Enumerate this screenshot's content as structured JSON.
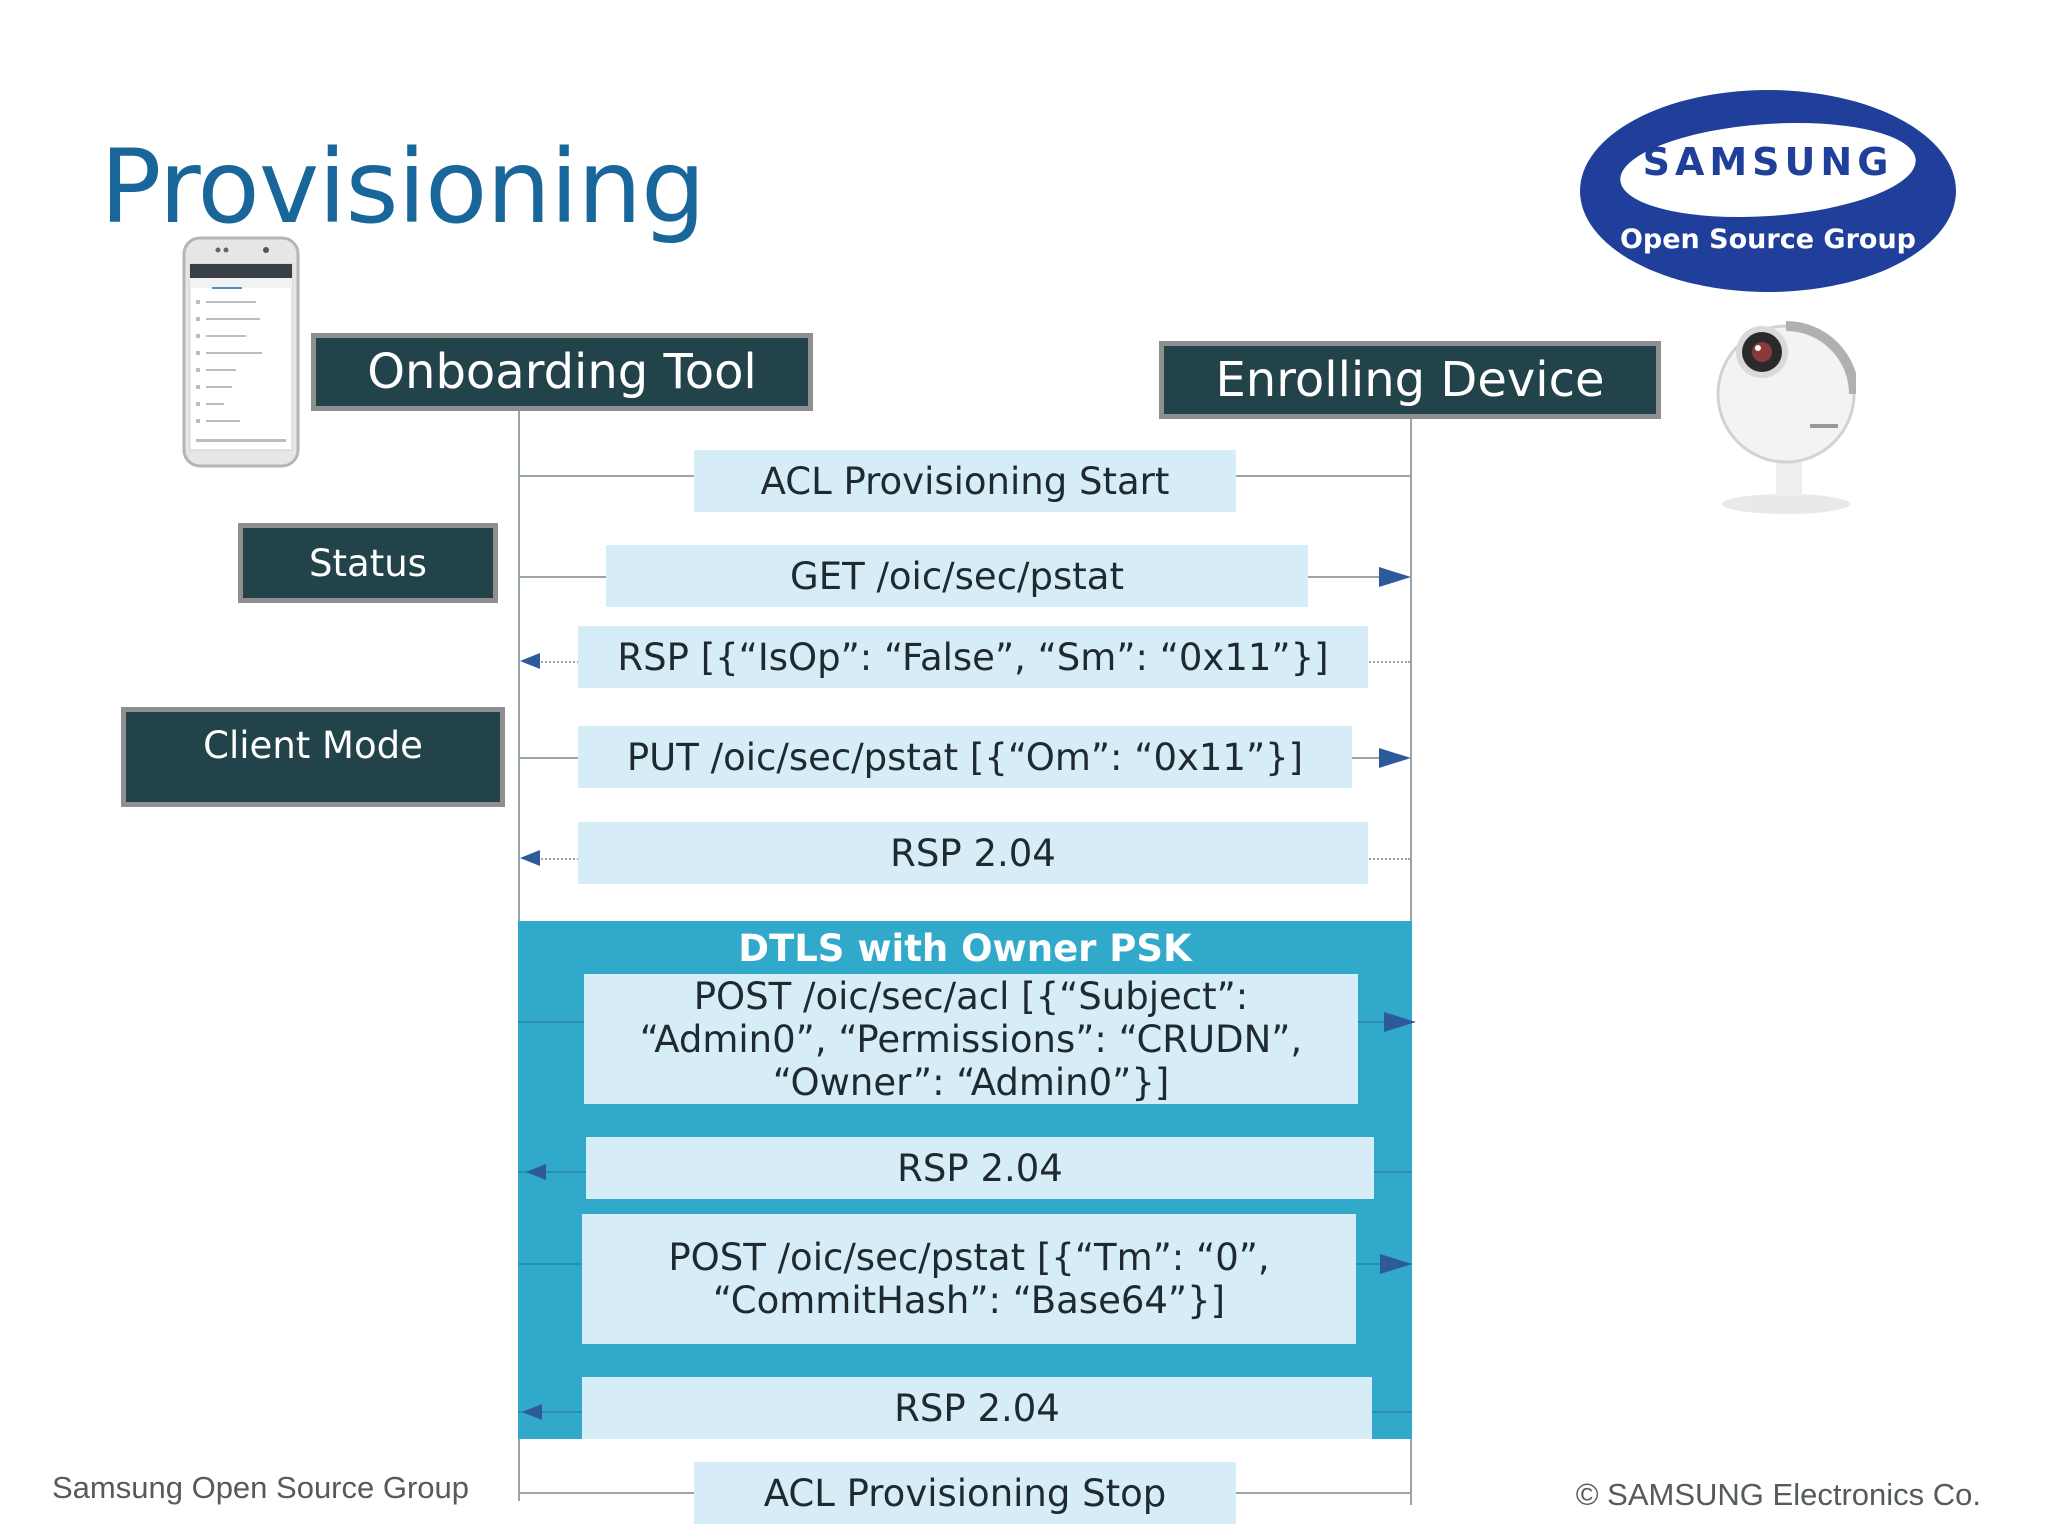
{
  "slide": {
    "title": "Provisioning",
    "footer_left": "Samsung Open Source Group",
    "footer_right": "© SAMSUNG Electronics Co."
  },
  "logo": {
    "brand": "SAMSUNG",
    "tagline": "Open Source Group"
  },
  "actors": {
    "left": "Onboarding Tool",
    "right": "Enrolling Device"
  },
  "states": {
    "status": "Status",
    "client_mode": "Client Mode"
  },
  "messages": {
    "start": "ACL Provisioning Start",
    "get_pstat": "GET /oic/sec/pstat",
    "rsp_pstat": "RSP [{“IsOp”: “False”, “Sm”: “0x11”}]",
    "put_pstat": "PUT /oic/sec/pstat [{“Om”: “0x11”}]",
    "rsp_put": "RSP 2.04",
    "stop": "ACL Provisioning Stop"
  },
  "dtls": {
    "title": "DTLS with Owner PSK",
    "post_acl": "POST /oic/sec/acl [{“Subject”: “Admin0”, “Permissions”: “CRUDN”, “Owner”: “Admin0”}]",
    "rsp_acl": "RSP 2.04",
    "post_pstat": "POST /oic/sec/pstat [{“Tm”: “0”, “CommitHash”: “Base64”}]",
    "rsp_pstat": "RSP 2.04"
  },
  "colors": {
    "title": "#19669a",
    "dark_box": "#23434b",
    "message_fill": "#d6ecf6",
    "dtls_fill": "#30a9cb",
    "arrow": "#2e5a9b",
    "logo_blue": "#1f3f9a"
  }
}
